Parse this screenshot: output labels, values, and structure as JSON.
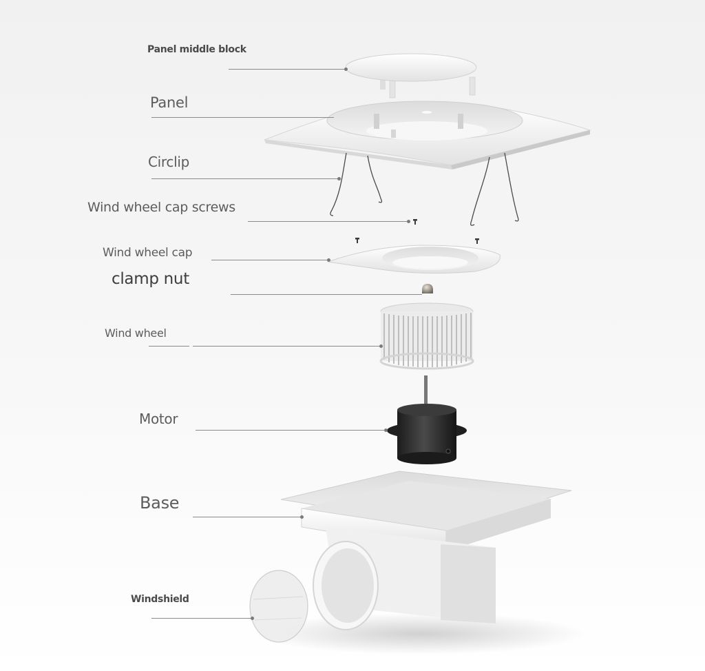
{
  "diagram": {
    "type": "exploded-view",
    "subject": "ceiling exhaust fan",
    "colors": {
      "background": "#f3f3f3",
      "label_text": "#5c5c5c",
      "leader_line": "#8a8a8a",
      "part_white": "#f2f2f2",
      "motor_black": "#2a2a2a"
    }
  },
  "labels": [
    {
      "id": "panel-middle-block",
      "text": "Panel middle block",
      "bold": true,
      "size": 14
    },
    {
      "id": "panel",
      "text": "Panel",
      "bold": false,
      "size": 21
    },
    {
      "id": "circlip",
      "text": "Circlip",
      "bold": false,
      "size": 20
    },
    {
      "id": "wind-wheel-cap-screws",
      "text": "Wind wheel cap screws",
      "bold": false,
      "size": 19
    },
    {
      "id": "wind-wheel-cap",
      "text": "Wind wheel cap",
      "bold": false,
      "size": 17
    },
    {
      "id": "clamp-nut",
      "text": "clamp nut",
      "bold": false,
      "size": 23
    },
    {
      "id": "wind-wheel",
      "text": "Wind wheel",
      "bold": false,
      "size": 16
    },
    {
      "id": "motor",
      "text": "Motor",
      "bold": false,
      "size": 20
    },
    {
      "id": "base",
      "text": "Base",
      "bold": false,
      "size": 24
    },
    {
      "id": "windshield",
      "text": "Windshield",
      "bold": true,
      "size": 14
    }
  ]
}
